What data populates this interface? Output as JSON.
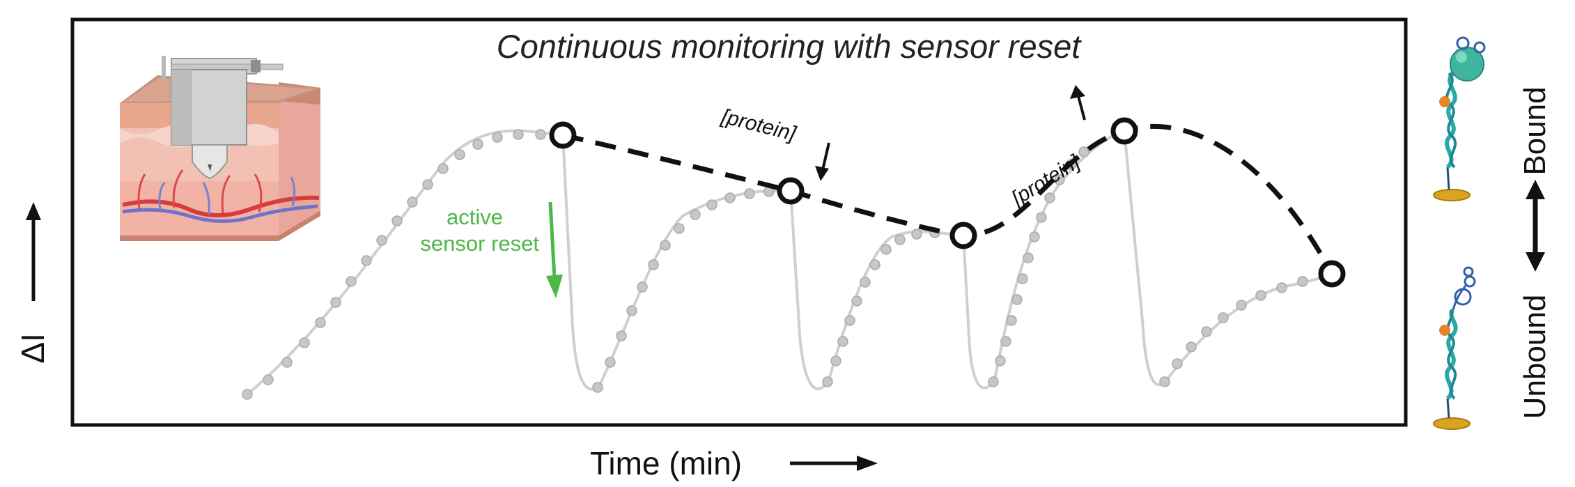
{
  "title": "Continuous monitoring with sensor reset",
  "x_axis_label": "Time (min)",
  "y_axis_label": "ΔI",
  "annotations": {
    "protein_down": "[protein]",
    "protein_up": "[protein]",
    "reset_line1": "active",
    "reset_line2": "sensor reset"
  },
  "states": {
    "bound": "Bound",
    "unbound": "Unbound"
  },
  "colors": {
    "trace": "#c9c9c9",
    "marker_fill": "#c6c6cc",
    "dashed_line": "#111111",
    "reset_arrow": "#4cb848",
    "dna": "#2aa9a9",
    "protein": "#3fb5a0",
    "electrode": "#d9a520",
    "redox_tag": "#e8842a"
  },
  "icons": [
    "skin-patch-sensor-illustration",
    "bound-aptamer-icon",
    "unbound-aptamer-icon",
    "double-headed-arrow-icon"
  ]
}
